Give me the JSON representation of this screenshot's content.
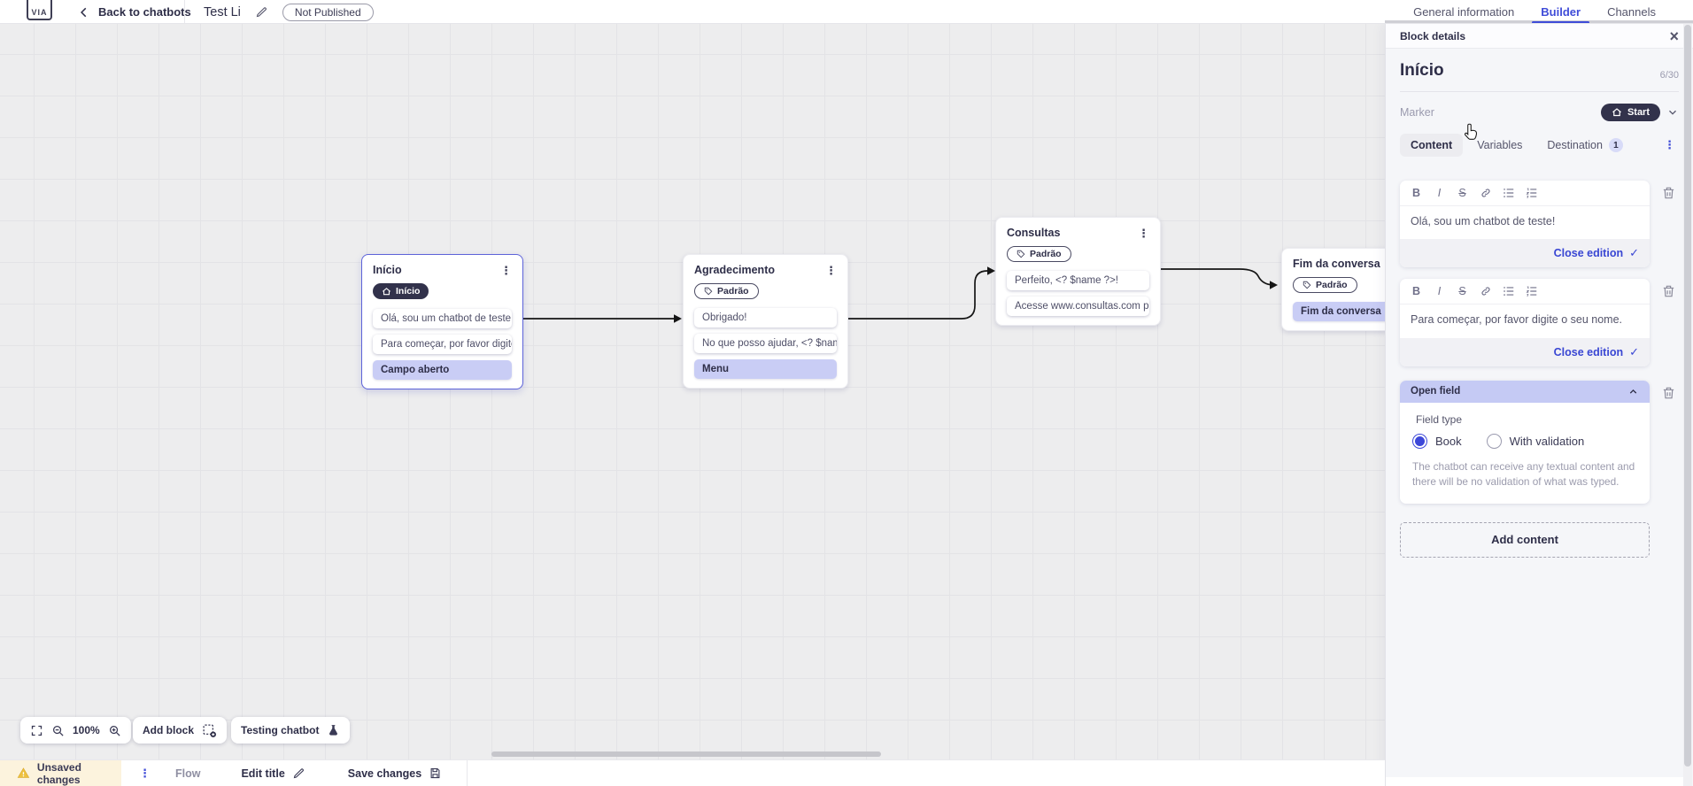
{
  "colors": {
    "accent": "#3f4cd8",
    "dark_navy": "#2e2e48",
    "purple_item_bg": "#c9cdf5",
    "open_field_header_bg": "#c5caf4",
    "warning_bg": "#fcf3dd",
    "warning_icon": "#eec13f",
    "selected_block_border": "#5d63d9"
  },
  "icons": {
    "kebab": "⋮",
    "close": "×",
    "check": "✓",
    "bold": "B",
    "italic": "I",
    "strike": "S"
  },
  "topbar": {
    "logo_text": "VIA",
    "back_label": "Back to chatbots",
    "title": "Test Li",
    "status_badge": "Not Published",
    "tabs": [
      {
        "label": "General information",
        "active": false
      },
      {
        "label": "Builder",
        "active": true
      },
      {
        "label": "Channels",
        "active": false
      }
    ]
  },
  "canvas": {
    "toolbar": {
      "zoom": "100%",
      "add_block": "Add block",
      "testing": "Testing chatbot"
    },
    "blocks": [
      {
        "title": "Início",
        "marker": "Início",
        "items": [
          {
            "text": "Olá, sou um chatbot de teste!",
            "kind": "message"
          },
          {
            "text": "Para começar, por favor digite o ...",
            "kind": "message"
          },
          {
            "text": "Campo aberto",
            "kind": "action"
          }
        ]
      },
      {
        "title": "Agradecimento",
        "marker": "Padrão",
        "items": [
          {
            "text": "Obrigado!",
            "kind": "message"
          },
          {
            "text": "No que posso ajudar, <? $name ...",
            "kind": "message"
          },
          {
            "text": "Menu",
            "kind": "action"
          }
        ]
      },
      {
        "title": "Consultas",
        "marker": "Padrão",
        "items": [
          {
            "text": "Perfeito, <? $name ?>!",
            "kind": "message"
          },
          {
            "text": "Acesse www.consultas.com par...",
            "kind": "message"
          }
        ]
      },
      {
        "title": "Fim da conversa",
        "marker": "Padrão",
        "items": [
          {
            "text": "Fim da conversa",
            "kind": "action"
          }
        ]
      }
    ]
  },
  "panel": {
    "header": "Block details",
    "block_name": "Início",
    "counter": "6/30",
    "marker_label": "Marker",
    "marker_value": "Start",
    "tabs": [
      {
        "label": "Content",
        "active": true
      },
      {
        "label": "Variables",
        "active": false
      },
      {
        "label": "Destination",
        "badge": "1",
        "active": false
      }
    ],
    "editors": [
      {
        "text": "Olá, sou um chatbot de teste!",
        "close_label": "Close edition"
      },
      {
        "text": "Para começar, por favor digite o seu nome.",
        "close_label": "Close edition"
      }
    ],
    "open_field": {
      "title": "Open field",
      "type_label": "Field type",
      "options": [
        {
          "label": "Book",
          "selected": true
        },
        {
          "label": "With validation",
          "selected": false
        }
      ],
      "description": "The chatbot can receive any textual content and there will be no validation of what was typed."
    },
    "add_content": "Add content"
  },
  "statusbar": {
    "unsaved": "Unsaved changes",
    "flow": "Flow",
    "edit_title": "Edit title",
    "save": "Save changes"
  }
}
